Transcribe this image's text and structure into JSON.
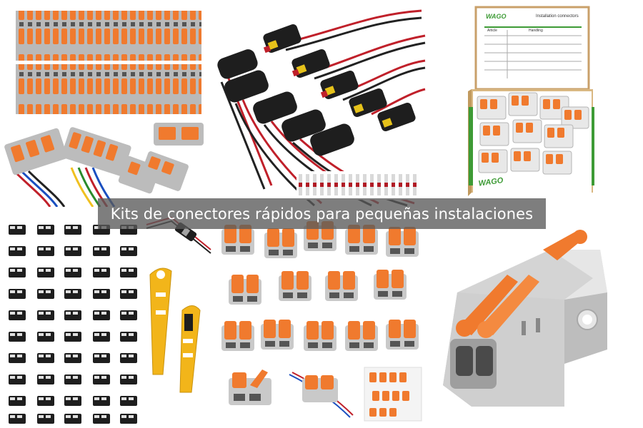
{
  "caption": "Kits de conectores rápidos para pequeñas instalaciones",
  "wago_box": {
    "logo": "WAGO",
    "sheet_title": "Installation connectors",
    "col_article": "Article",
    "col_handling": "Handling"
  },
  "colors": {
    "connector_orange": "#f07a2e",
    "connector_grey": "#bfbfbf",
    "caption_bar": "#5a5a5a",
    "stripper_yellow": "#f2b51a",
    "wire_red": "#c0202a",
    "connector_black": "#1e1e1e",
    "wago_green": "#3d9b35"
  },
  "tiles": [
    {
      "id": "lever-strips",
      "icon": "lever-connector-strips"
    },
    {
      "id": "waterproof-plugs",
      "icon": "waterproof-connector-pairs"
    },
    {
      "id": "wago-box",
      "icon": "wago-connector-box"
    },
    {
      "id": "black-connectors",
      "icon": "black-connector-grid"
    },
    {
      "id": "wire-strippers",
      "icon": "yellow-wire-stripper"
    },
    {
      "id": "orange-lever-grid",
      "icon": "orange-lever-connectors"
    },
    {
      "id": "closeup-connector",
      "icon": "closeup-two-way-connector"
    }
  ]
}
